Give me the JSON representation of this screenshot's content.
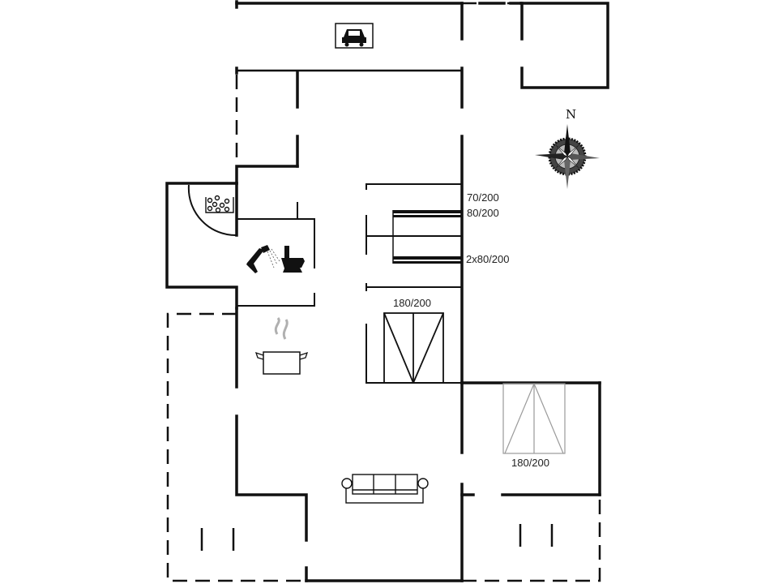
{
  "plan": {
    "type": "floor-plan",
    "compass": {
      "north_label": "N"
    },
    "bed_labels": [
      {
        "id": "bunk-top",
        "text": "70/200"
      },
      {
        "id": "bunk-mid",
        "text": "80/200"
      },
      {
        "id": "bunk-double",
        "text": "2x80/200"
      },
      {
        "id": "bed-center",
        "text": "180/200"
      },
      {
        "id": "bed-right",
        "text": "180/200"
      }
    ],
    "room_icons": [
      {
        "room": "carport",
        "icon": "car-icon"
      },
      {
        "room": "spa",
        "icon": "whirlpool-icon"
      },
      {
        "room": "bathroom",
        "icon": "shower-icon"
      },
      {
        "room": "bathroom",
        "icon": "toilet-icon"
      },
      {
        "room": "kitchen",
        "icon": "cooking-pot-icon"
      },
      {
        "room": "living-room",
        "icon": "sofa-icon"
      }
    ],
    "colors": {
      "wall": "#111111",
      "furniture_light": "#9a9a9a",
      "steam": "#b0b0b0"
    }
  }
}
